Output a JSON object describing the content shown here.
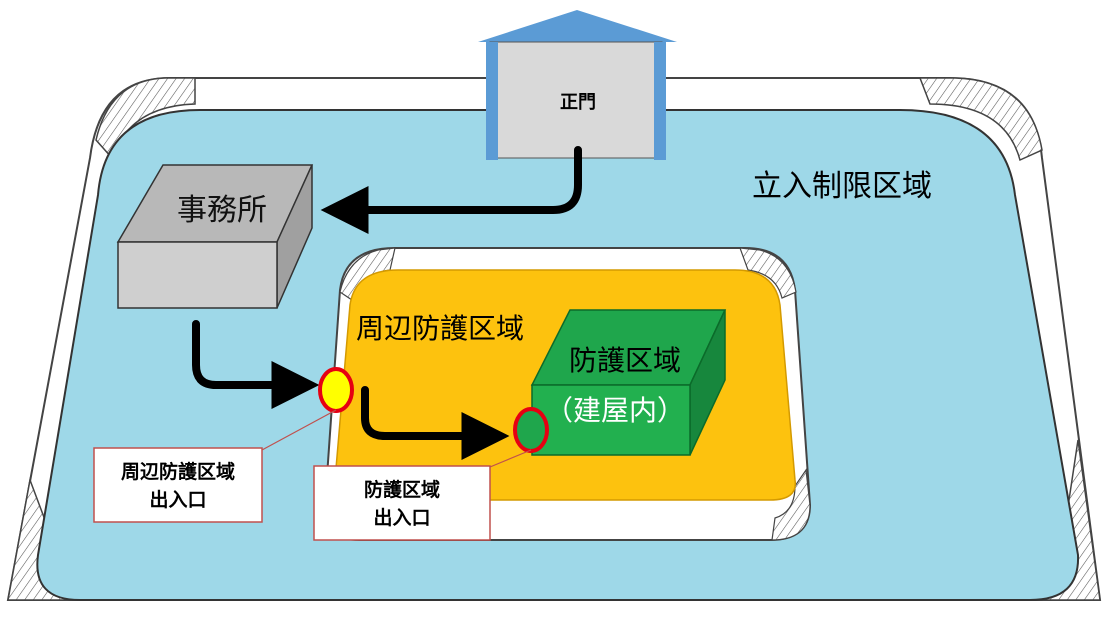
{
  "zones": {
    "restricted_area": "立入制限区域",
    "peripheral_protected_area": "周辺防護区域",
    "protected_area_line1": "防護区域",
    "protected_area_line2": "（建屋内）"
  },
  "buildings": {
    "main_gate": "正門",
    "office": "事務所"
  },
  "callouts": {
    "peripheral_entrance_line1": "周辺防護区域",
    "peripheral_entrance_line2": "出入口",
    "protected_entrance_line1": "防護区域",
    "protected_entrance_line2": "出入口"
  },
  "colors": {
    "restricted_area": "#9ed8e8",
    "peripheral_area": "#fdc20e",
    "protected_building": "#1fa64c",
    "gate": "#5b9bd5",
    "office": "#c8c8c8",
    "peripheral_entrance_marker": "#ffff00",
    "protected_entrance_marker": "#1fa64c",
    "marker_border": "#e60012",
    "callout_border": "#c0504d"
  }
}
